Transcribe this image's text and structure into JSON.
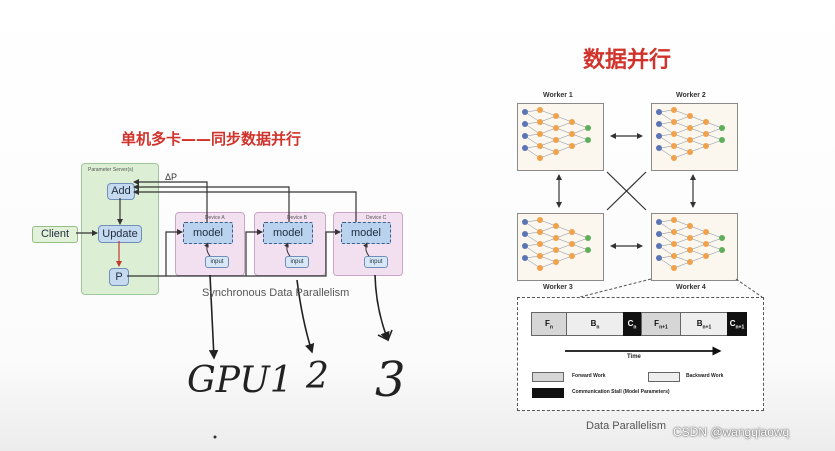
{
  "left_title": "单机多卡——同步数据并行",
  "right_title": "数据并行",
  "left_diagram": {
    "ps_label": "Parameter Server(s)",
    "add": "Add",
    "update": "Update",
    "p": "P",
    "client": "Client",
    "delta_p": "ΔP",
    "devices": [
      {
        "label": "Device A",
        "model": "model",
        "input": "input"
      },
      {
        "label": "Device B",
        "model": "model",
        "input": "input"
      },
      {
        "label": "Device C",
        "model": "model",
        "input": "input"
      }
    ],
    "caption": "Synchronous Data Parallelism"
  },
  "handwriting": {
    "gpu1": "GPU1",
    "two": "2",
    "three": "3"
  },
  "right_diagram": {
    "workers": [
      "Worker 1",
      "Worker 2",
      "Worker 3",
      "Worker 4"
    ],
    "timeline": [
      "F",
      "B",
      "C",
      "F",
      "B",
      "C"
    ],
    "timeline_subs": [
      "n",
      "n",
      "n",
      "n+1",
      "n+1",
      "n+1"
    ],
    "time_label": "Time",
    "legend": {
      "forward": "Forward Work",
      "backward": "Backward Work",
      "comm": "Communication Stall (Model Parameters)"
    },
    "caption": "Data Parallelism"
  },
  "watermark": "CSDN @wangqiaowq",
  "colors": {
    "title_red": "#d0332b",
    "ps_green": "#dcefd5",
    "device_pink": "#f2dff0",
    "node_blue": "#c5d9ef"
  }
}
